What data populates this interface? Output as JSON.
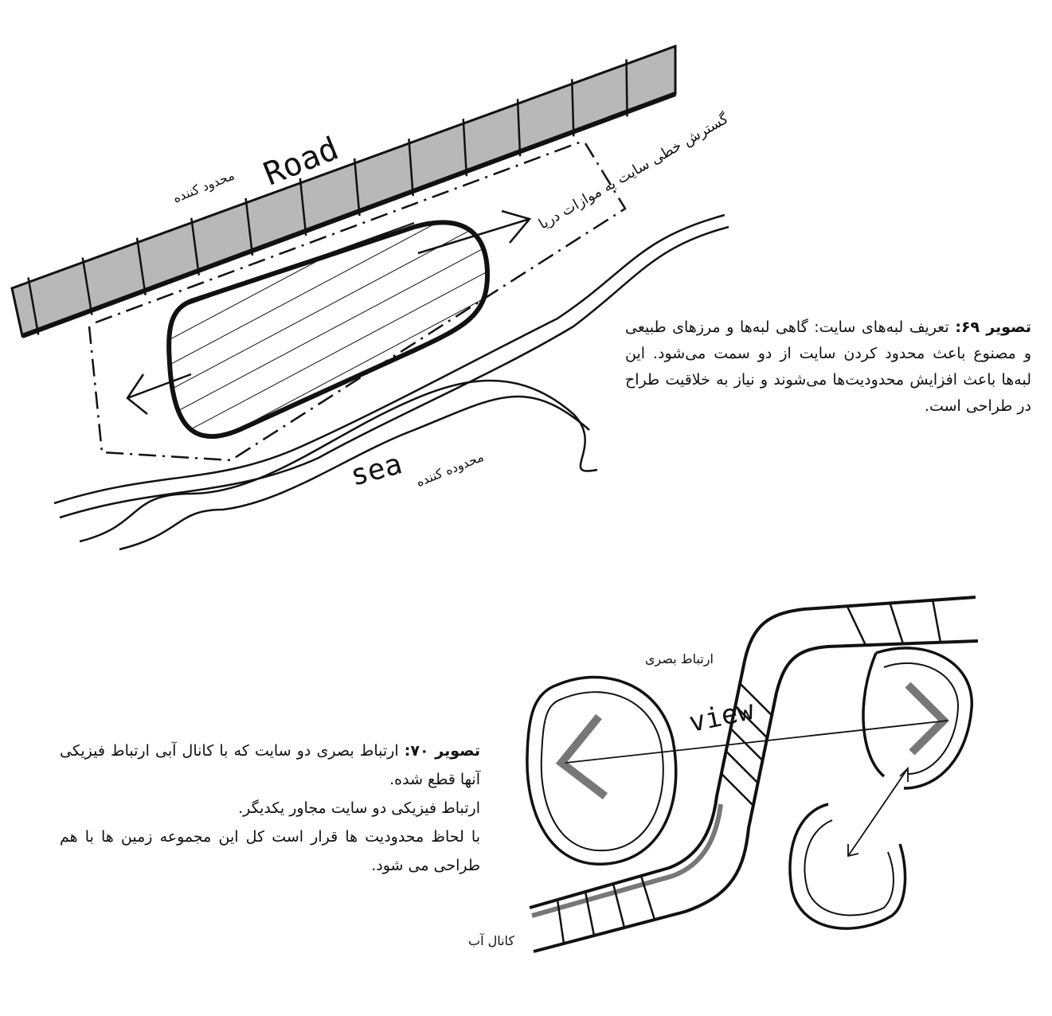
{
  "figure69": {
    "caption_label": "تصویر ۶۹:",
    "caption_text": "تعریف لبه‌های سایت: گاهی لبه‌ها و مرزهای طبیعی و مصنوع باعث محدود کردن سایت از دو سمت می‌شود. این لبه‌ها باعث افزایش محدودیت‌ها می‌شوند و نیاز به خلاقیت طراح در طراحی است.",
    "labels": {
      "road": "Road",
      "road_limit": "محدود کننده",
      "linear_extent": "گسترش خطی سایت به موازات دریا",
      "sea": "sea",
      "sea_limit": "محدوده کننده"
    }
  },
  "figure70": {
    "caption_label": "تصویر ۷۰:",
    "caption_lines": [
      "ارتباط بصری دو سایت که با کانال آبی ارتباط فیزیکی آنها قطع شده.",
      "ارتباط فیزیکی دو سایت مجاور یکدیگر.",
      "با لحاظ محدودیت ها قرار است کل این مجموعه زمین ها با هم طراحی می شود."
    ],
    "labels": {
      "visual_link": "ارتباط بصری",
      "view": "view",
      "canal": "کانال آب"
    }
  },
  "colors": {
    "road_fill": "#b8b8b8",
    "ink": "#111111",
    "arrow_fill": "#777777"
  }
}
